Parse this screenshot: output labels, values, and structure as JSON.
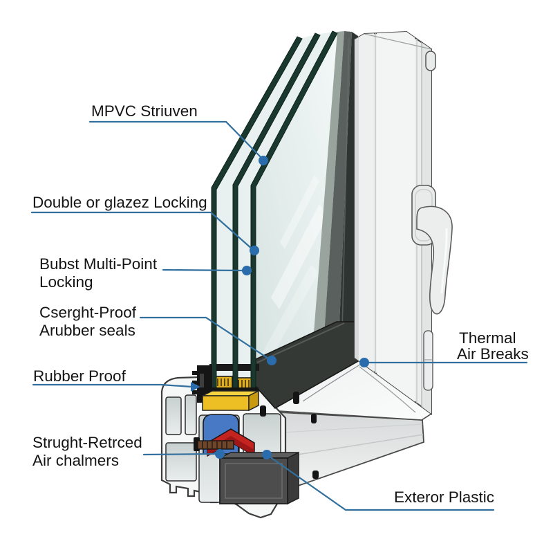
{
  "figure": {
    "type": "technical-cutaway-diagram",
    "subject": "uPVC triple-glazed window corner cross-section"
  },
  "labels": [
    {
      "id": "mpvc-striuven",
      "lines": [
        "MPVC Striuven"
      ]
    },
    {
      "id": "double-glazez-locking",
      "lines": [
        "Double or glazez Locking"
      ]
    },
    {
      "id": "multi-point-locking",
      "lines": [
        "Bubst Multi-Point",
        "Locking"
      ]
    },
    {
      "id": "draught-proof-seals",
      "lines": [
        "Cserght-Proof",
        "Arubber seals"
      ]
    },
    {
      "id": "rubber-proof",
      "lines": [
        "Rubber Proof"
      ]
    },
    {
      "id": "air-chambers",
      "lines": [
        "Strught-Retrced",
        "Air chalmers"
      ]
    },
    {
      "id": "thermal-air-breaks",
      "lines": [
        "Thermal",
        "Air Breaks"
      ]
    },
    {
      "id": "exterior-plastic",
      "lines": [
        "Exteror Plastic"
      ]
    }
  ],
  "colors": {
    "background": "#ffffff",
    "text": "#141414",
    "leader_line": "#31709e",
    "leader_dot": "#2a6cac",
    "glass_edge_green": "#1a382e",
    "glass_fill": "#e3edec",
    "frame_white": "#efefef",
    "sash_dark_gray": "#2e3431",
    "glazing_yellow": "#eebf25",
    "insert_blue": "#4879c5",
    "insert_red": "#c42320",
    "steel_box_gray": "#4d4d4d",
    "brush_seal_brown": "#714628"
  }
}
